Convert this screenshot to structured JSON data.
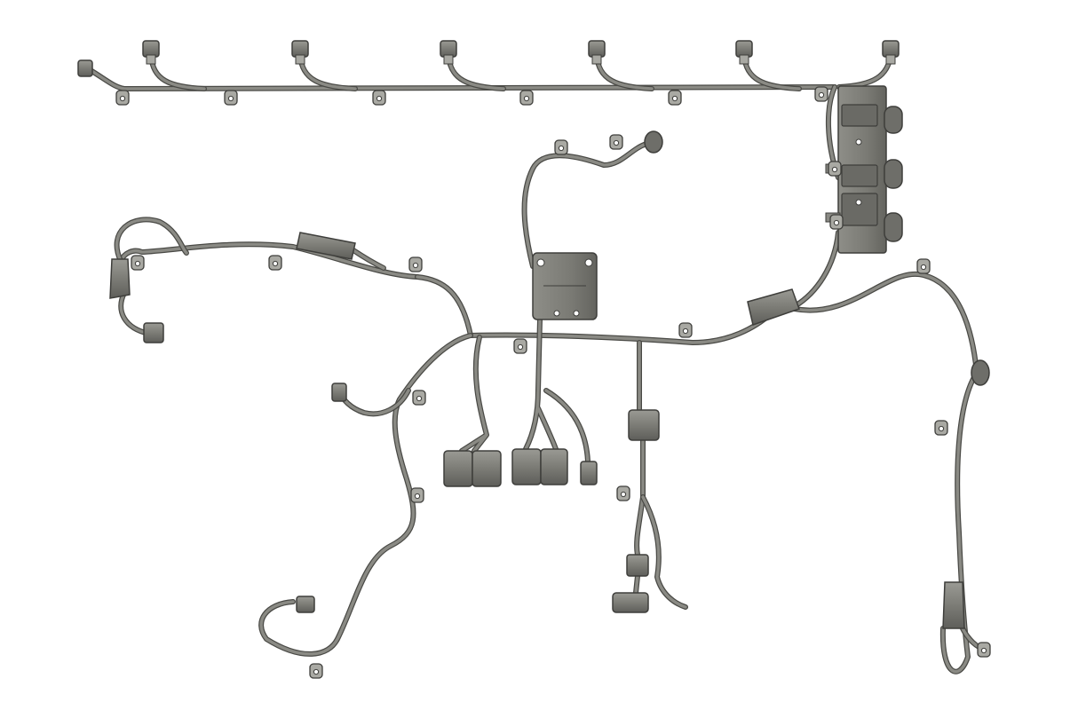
{
  "diagram": {
    "kind": "engine-wiring-harness-render",
    "colors": {
      "background": "#ffffff",
      "wire": "#8a8a84",
      "wire_edge": "#4a4a46",
      "connector": "#7c7c76",
      "connector_edge": "#3e3e3b",
      "highlight": "#a9a9a3"
    },
    "components": {
      "injector_connectors": 6,
      "mounting_clips": 22,
      "large_connector_block": 1,
      "mounting_bracket": 1,
      "dual_connector_housings": 2,
      "sensor_connectors": 9
    }
  }
}
